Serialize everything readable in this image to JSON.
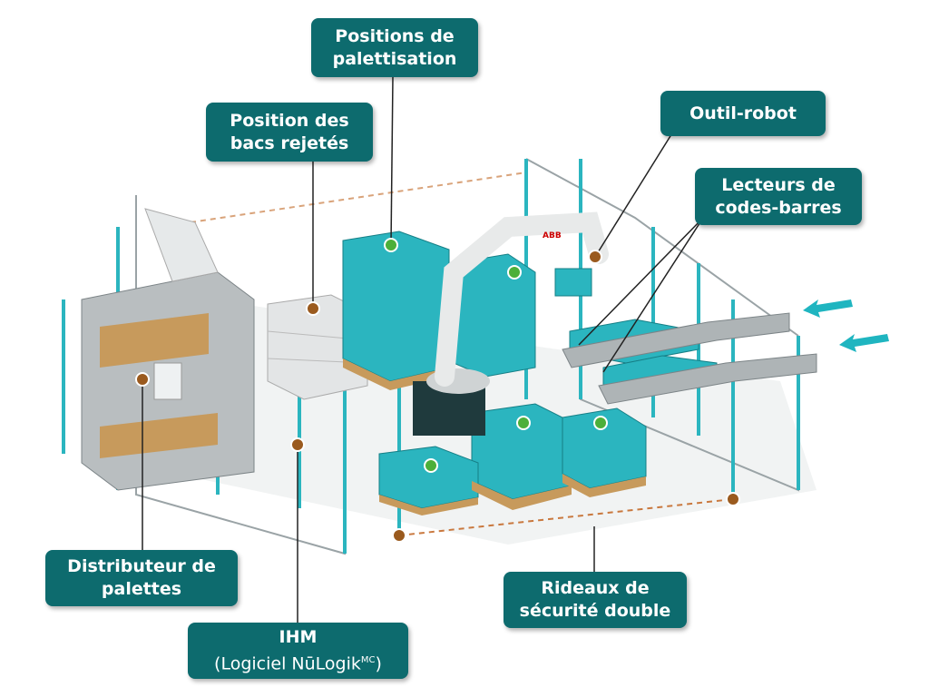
{
  "colors": {
    "label_bg": "#0d6b6e",
    "bin": "#2bb5bf",
    "marker_green": "#4caf3a",
    "marker_brown": "#9a5a1e",
    "arrow": "#1fb5c0"
  },
  "labels": {
    "palletizing": {
      "line1": "Positions de",
      "line2": "palettisation"
    },
    "rejected": {
      "line1": "Position des",
      "line2": "bacs rejetés"
    },
    "tool": {
      "line1": "Outil-robot"
    },
    "barcode": {
      "line1": "Lecteurs de",
      "line2": "codes-barres"
    },
    "dispenser": {
      "line1": "Distributeur de",
      "line2": "palettes"
    },
    "hmi": {
      "line1": "IHM",
      "line2": "(Logiciel NūLogik",
      "sup": "MC",
      "close": ")"
    },
    "curtains": {
      "line1": "Rideaux de",
      "line2": "sécurité double"
    }
  },
  "robot_brand": "ABB"
}
